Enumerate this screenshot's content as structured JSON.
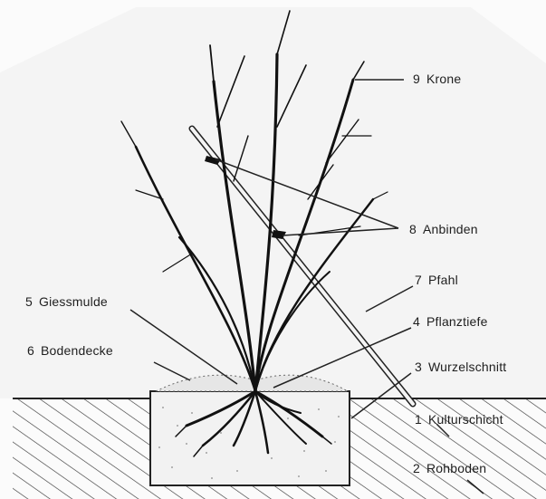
{
  "diagram": {
    "labels": [
      {
        "number": "9",
        "text": "Krone"
      },
      {
        "number": "8",
        "text": "Anbinden"
      },
      {
        "number": "7",
        "text": "Pfahl"
      },
      {
        "number": "5",
        "text": "Giessmulde"
      },
      {
        "number": "4",
        "text": "Pflanztiefe"
      },
      {
        "number": "6",
        "text": "Bodendecke"
      },
      {
        "number": "3",
        "text": "Wurzelschnitt"
      },
      {
        "number": "1",
        "text": "Kulturschicht"
      },
      {
        "number": "2",
        "text": "Rohboden"
      }
    ]
  }
}
